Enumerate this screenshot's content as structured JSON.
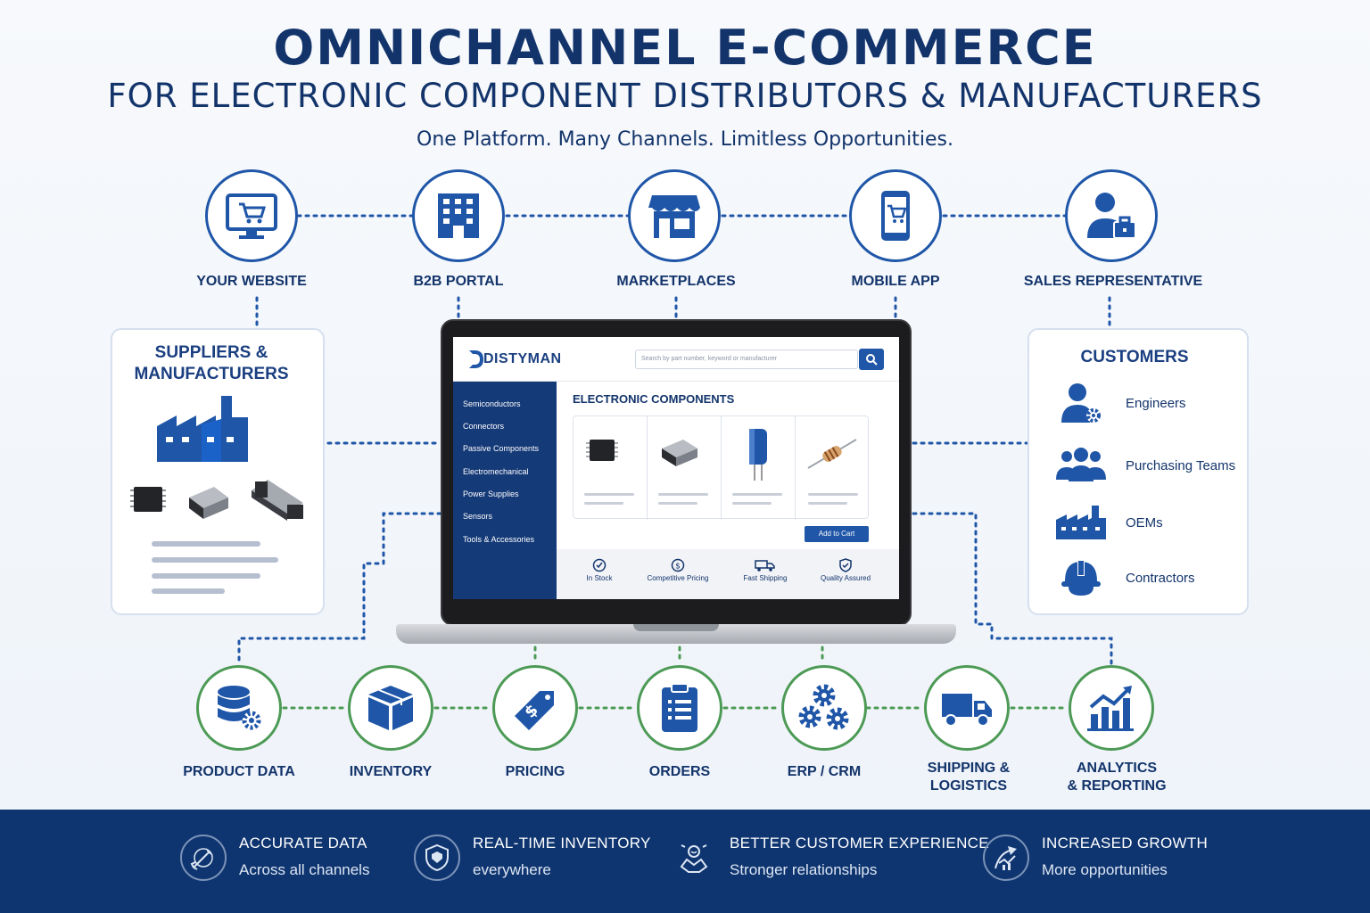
{
  "header": {
    "title": "OMNICHANNEL E-COMMERCE",
    "subtitle": "FOR ELECTRONIC COMPONENT DISTRIBUTORS & MANUFACTURERS",
    "tagline": "One Platform. Many Channels. Limitless Opportunities."
  },
  "channels": [
    {
      "label": "YOUR WEBSITE",
      "icon": "monitor-cart-icon"
    },
    {
      "label": "B2B PORTAL",
      "icon": "building-icon"
    },
    {
      "label": "MARKETPLACES",
      "icon": "storefront-icon"
    },
    {
      "label": "MOBILE APP",
      "icon": "phone-cart-icon"
    },
    {
      "label": "SALES REPRESENTATIVE",
      "icon": "person-briefcase-icon"
    }
  ],
  "suppliers": {
    "title_line1": "SUPPLIERS &",
    "title_line2": "MANUFACTURERS"
  },
  "customers": {
    "title": "CUSTOMERS",
    "items": [
      {
        "label": "Engineers",
        "icon": "engineer-gear-icon"
      },
      {
        "label": "Purchasing Teams",
        "icon": "team-icon"
      },
      {
        "label": "OEMs",
        "icon": "factory-icon"
      },
      {
        "label": "Contractors",
        "icon": "hard-hat-icon"
      }
    ]
  },
  "store": {
    "logo": "DISTYMAN",
    "search_placeholder": "Search by part number, keyword or manufacturer",
    "categories": [
      "Semiconductors",
      "Connectors",
      "Passive Components",
      "Electromechanical",
      "Power Supplies",
      "Sensors",
      "Tools & Accessories"
    ],
    "section_title": "ELECTRONIC COMPONENTS",
    "add_to_cart": "Add to Cart",
    "features": [
      "In Stock",
      "Competitive Pricing",
      "Fast Shipping",
      "Quality Assured"
    ]
  },
  "integrations": [
    {
      "label": "PRODUCT DATA",
      "icon": "database-gear-icon"
    },
    {
      "label": "INVENTORY",
      "icon": "box-icon"
    },
    {
      "label": "PRICING",
      "icon": "price-tag-icon"
    },
    {
      "label": "ORDERS",
      "icon": "clipboard-icon"
    },
    {
      "label": "ERP / CRM",
      "icon": "gears-icon"
    },
    {
      "label": "SHIPPING &\nLOGISTICS",
      "line1": "SHIPPING &",
      "line2": "LOGISTICS",
      "icon": "truck-icon"
    },
    {
      "label": "ANALYTICS\n& REPORTING",
      "line1": "ANALYTICS",
      "line2": "& REPORTING",
      "icon": "bar-chart-icon"
    }
  ],
  "benefits": [
    {
      "title": "ACCURATE DATA",
      "sub": "Across all channels",
      "icon": "target-icon"
    },
    {
      "title": "REAL-TIME INVENTORY",
      "sub": "everywhere",
      "icon": "shield-icon"
    },
    {
      "title": "BETTER CUSTOMER EXPERIENCE",
      "sub": "Stronger relationships",
      "icon": "handshake-icon"
    },
    {
      "title": "INCREASED GROWTH",
      "sub": "More opportunities",
      "icon": "growth-icon"
    }
  ],
  "colors": {
    "navy": "#13346b",
    "brand_blue": "#1f56a8",
    "integration_green": "#4c9a55",
    "band": "#0f3570"
  }
}
